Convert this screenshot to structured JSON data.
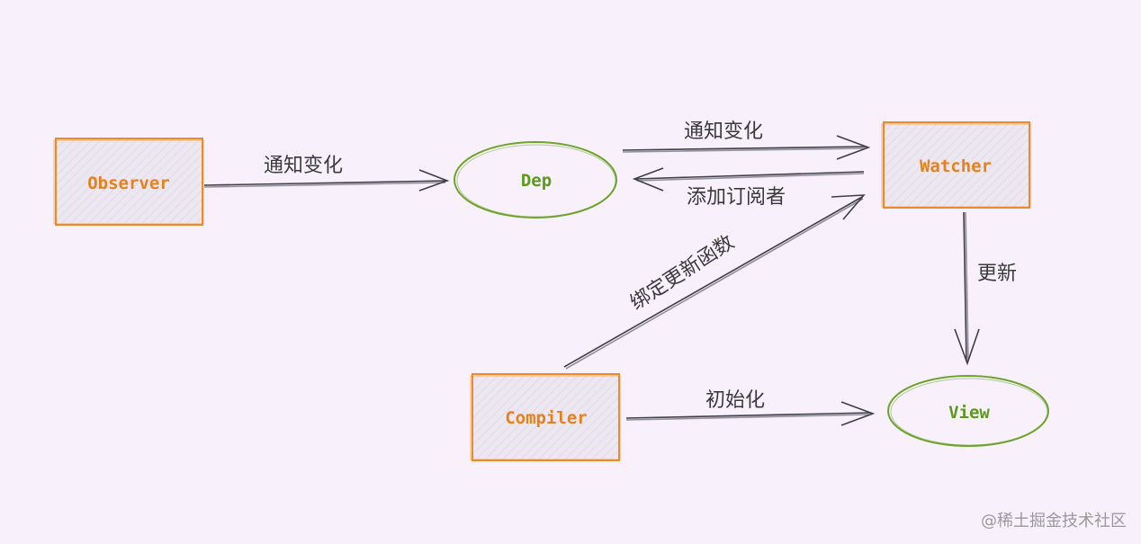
{
  "colors": {
    "background": "#f8f0fb",
    "box_stroke": "#f08a24",
    "box_fill": "#ebe6ef",
    "box_text": "#e8801c",
    "ellipse_stroke": "#6ea42c",
    "ellipse_text": "#5c9a1c",
    "arrow": "#3f3f4a"
  },
  "nodes": {
    "observer": "Observer",
    "dep": "Dep",
    "watcher": "Watcher",
    "compiler": "Compiler",
    "view": "View"
  },
  "edges": {
    "observer_to_dep": "通知变化",
    "dep_to_watcher": "通知变化",
    "watcher_to_dep": "添加订阅者",
    "compiler_to_watcher": "绑定更新函数",
    "watcher_to_view": "更新",
    "compiler_to_view": "初始化"
  },
  "watermark": "@稀土掘金技术社区"
}
